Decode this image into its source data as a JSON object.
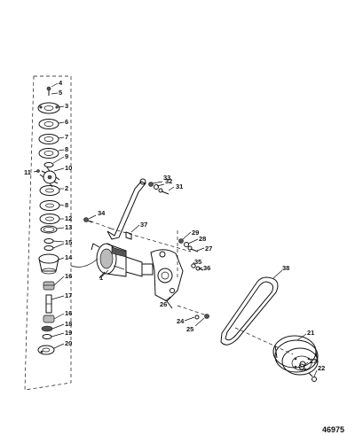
{
  "figure_number": "46975",
  "callouts": {
    "c4": "4",
    "c5": "5",
    "c3": "3",
    "c6": "6",
    "c7": "7",
    "c8a": "8",
    "c9": "9",
    "c10": "10",
    "c11": "11",
    "c2": "2",
    "c8b": "8",
    "c12": "12",
    "c13": "13",
    "c15": "15",
    "c14": "14",
    "c16a": "16",
    "c17": "17",
    "c16b": "16",
    "c18": "18",
    "c19": "19",
    "c20": "20",
    "c1": "1",
    "c33": "33",
    "c32": "32",
    "c31": "31",
    "c34": "34",
    "c37": "37",
    "c29": "29",
    "c28": "28",
    "c27": "27",
    "c35": "35",
    "c36": "36",
    "c26": "26",
    "c38": "38",
    "c24": "24",
    "c25": "25",
    "c21": "21",
    "c23": "23",
    "c22": "22"
  }
}
